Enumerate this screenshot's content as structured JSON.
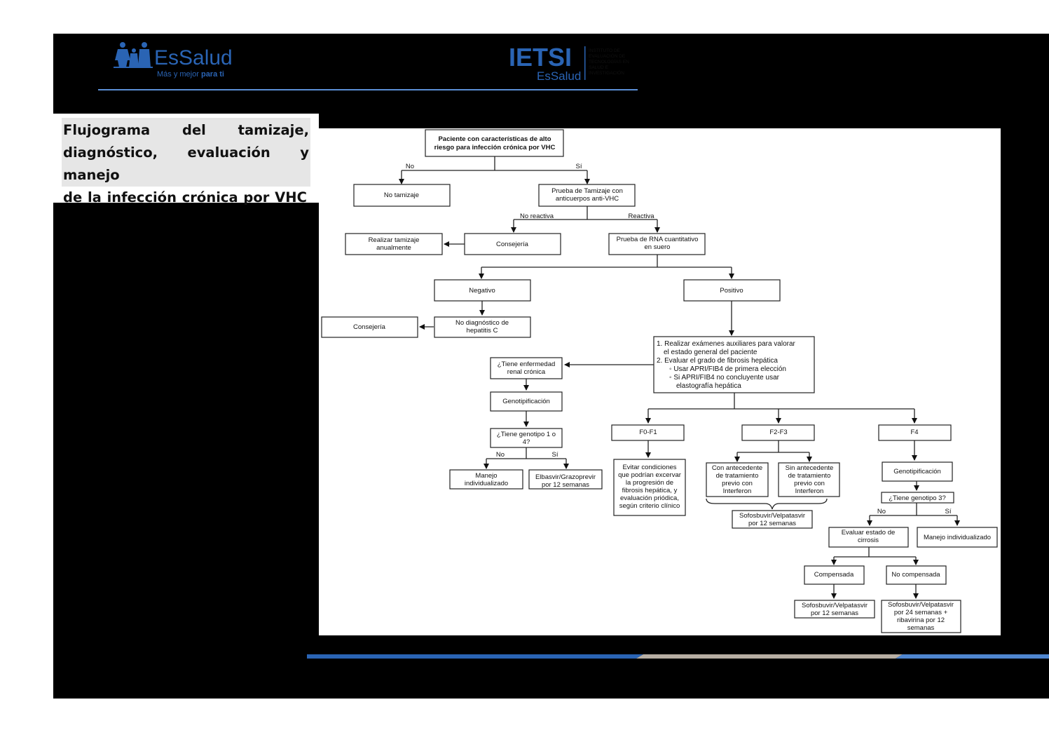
{
  "header": {
    "essalud_logo": {
      "name": "EsSalud",
      "tagline_plain": "Más y mejor ",
      "tagline_bold": "para ti",
      "icon": "family-figures-icon"
    },
    "ietsi_logo": {
      "acronym": "IETSI",
      "sub": "EsSalud",
      "lines": [
        "INSTITUTO DE",
        "EVALUACIÓN DE",
        "TECNOLOGÍAS EN",
        "SALUD E",
        "INVESTIGACIÓN"
      ]
    }
  },
  "title": {
    "lines": [
      "Flujograma del tamizaje,",
      "diagnóstico, evaluación y manejo",
      "de la infección crónica por VHC"
    ]
  },
  "flow": {
    "start": [
      "Paciente con características de alto",
      "riesgo para infección crónica por VHC"
    ],
    "no1": "No",
    "si1": "Sí",
    "no_tamizaje": "No tamizaje",
    "prueba_tamizaje": [
      "Prueba de Tamizaje con",
      "anticuerpos anti-VHC"
    ],
    "no_reactiva": "No reactiva",
    "reactiva": "Reactiva",
    "realizar_anual": [
      "Realizar tamizaje",
      "anualmente"
    ],
    "consejeria1": "Consejería",
    "prueba_rna": [
      "Prueba de RNA cuantitativo",
      "en suero"
    ],
    "negativo": "Negativo",
    "positivo": "Positivo",
    "consejeria2": "Consejería",
    "no_diagnostico": [
      "No diagnóstico de",
      "hepatitis C"
    ],
    "examenes": [
      "1. Realizar exámenes auxiliares para valorar",
      "el estado general del paciente",
      "2. Evaluar el grado de fibrosis hepática",
      "◦ Usar APRI/FIB4 de primera elección",
      "◦ Si APRI/FIB4 no concluyente usar",
      "elastografía hepática"
    ],
    "renal": [
      "¿Tiene enfermedad",
      "renal crónica"
    ],
    "genotip1": "Genotipificación",
    "genotipo14": [
      "¿Tiene genotipo 1 o",
      "4?"
    ],
    "no2": "No",
    "si2": "Sí",
    "manejo1": [
      "Manejo",
      "individualizado"
    ],
    "elbasvir": [
      "Elbasvir/Grazoprevir",
      "por 12 semanas"
    ],
    "f0f1": "F0-F1",
    "f2f3": "F2-F3",
    "f4": "F4",
    "evitar": [
      "Evitar condiciones",
      "que podrían excervar",
      "la progresión de",
      "fibrosis hepática, y",
      "evaluación priódica,",
      "según criterio clínico"
    ],
    "con_antecedente": [
      "Con antecedente",
      "de tratamiento",
      "previo con",
      "Interferon"
    ],
    "sin_antecedente": [
      "Sin antecedente",
      "de tratamiento",
      "previo con",
      "Interferon"
    ],
    "sofos12a": [
      "Sofosbuvir/Velpatasvir",
      "por 12 semanas"
    ],
    "genotip2": "Genotipificación",
    "genotipo3": "¿Tiene genotipo 3?",
    "no3": "No",
    "si3": "Sí",
    "evaluar_cirrosis": [
      "Evaluar estado de",
      "cirrosis"
    ],
    "manejo2": "Manejo individualizado",
    "compensada": "Compensada",
    "no_compensada": "No compensada",
    "sofos12b": [
      "Sofosbuvir/Velpatasvir",
      "por 12 semanas"
    ],
    "sofos24": [
      "Sofosbuvir/Velpatasvir",
      "por 24 semanas +",
      "ribavirina por 12",
      "semanas"
    ]
  }
}
